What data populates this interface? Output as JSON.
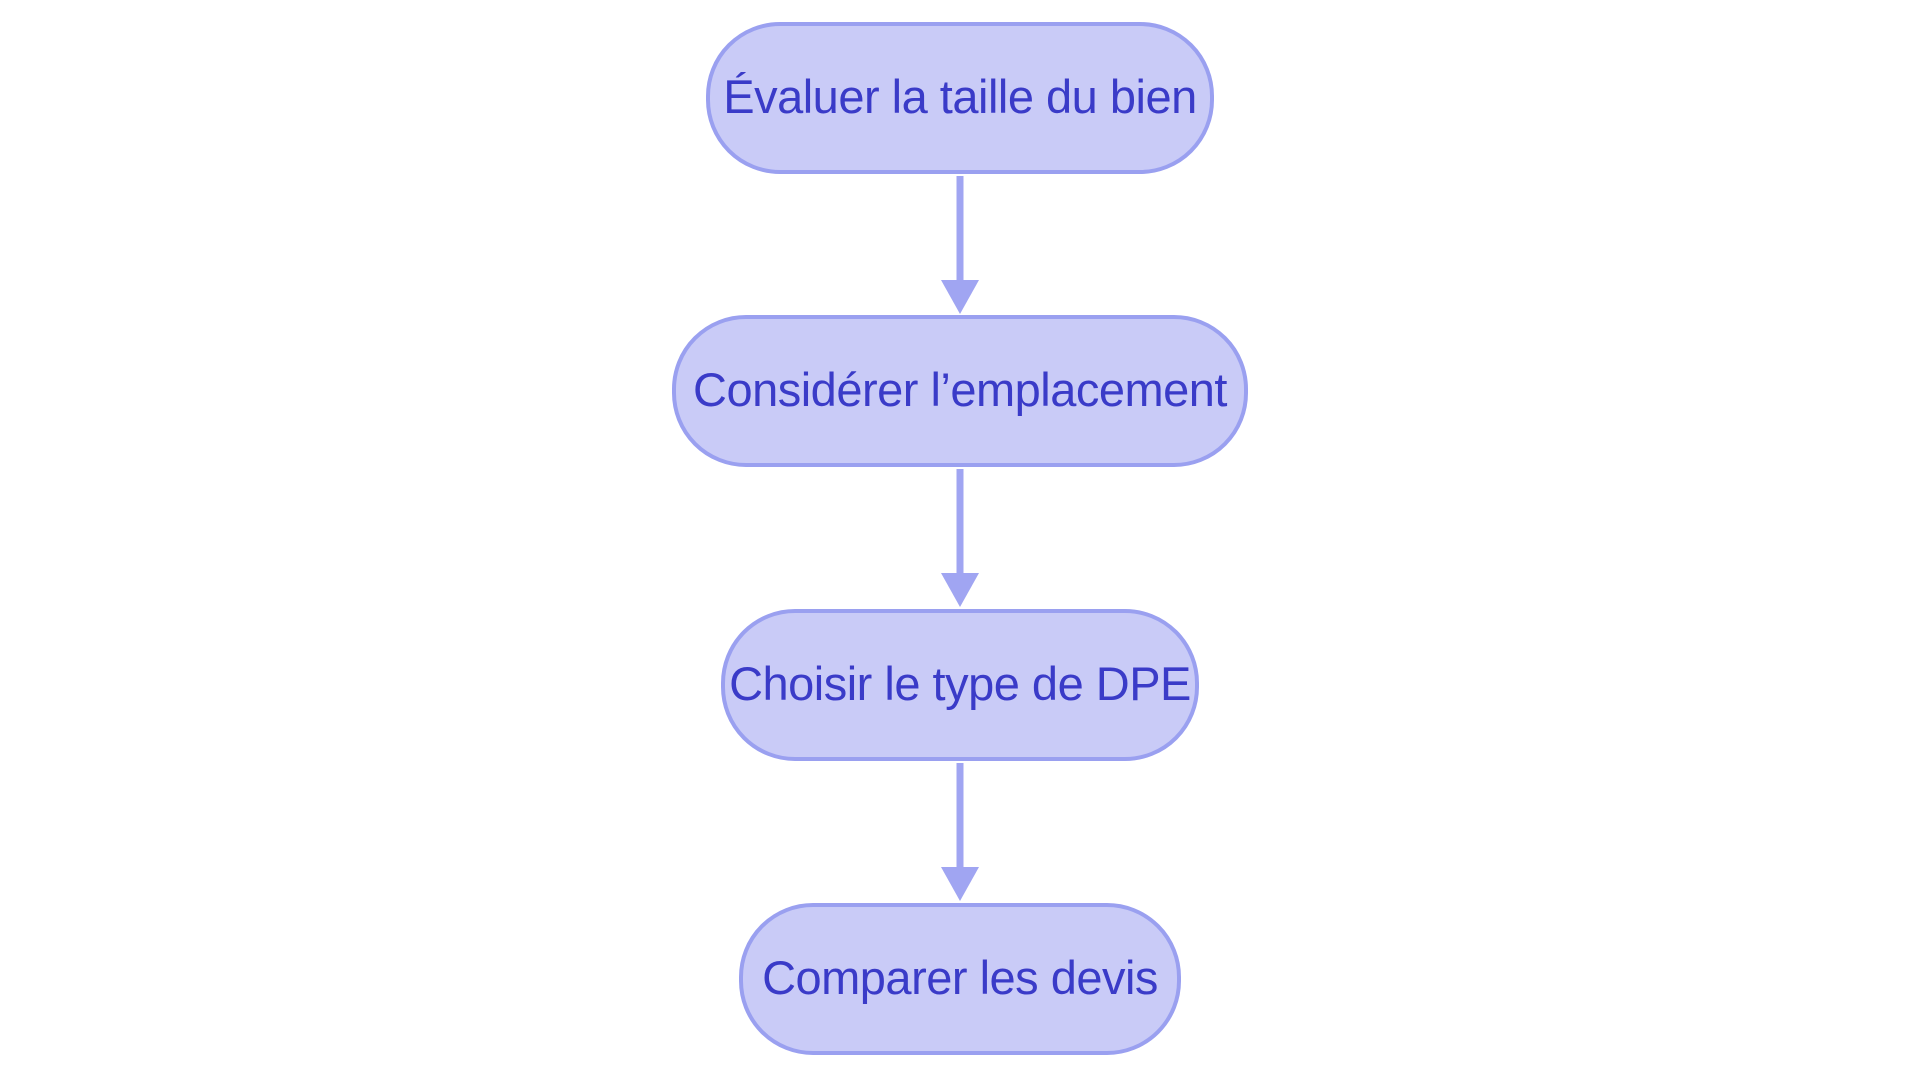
{
  "flowchart": {
    "type": "flow",
    "direction": "top-down",
    "nodes": [
      {
        "id": 1,
        "label": "Évaluer la taille du bien"
      },
      {
        "id": 2,
        "label": "Considérer l’emplacement"
      },
      {
        "id": 3,
        "label": "Choisir le type de DPE"
      },
      {
        "id": 4,
        "label": "Comparer les devis"
      }
    ],
    "edges": [
      {
        "from": 1,
        "to": 2
      },
      {
        "from": 2,
        "to": 3
      },
      {
        "from": 3,
        "to": 4
      }
    ]
  },
  "colors": {
    "background": "#ffffff",
    "node_fill": "#c9cbf7",
    "node_border": "#9aa0f0",
    "node_text": "#3a3bc8",
    "arrow": "#a0a5f2"
  }
}
